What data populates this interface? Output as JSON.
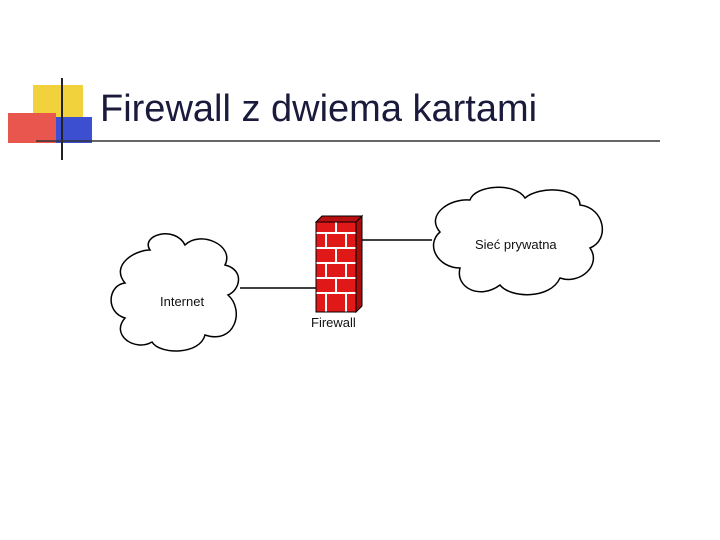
{
  "slide": {
    "title": "Firewall z dwiema kartami"
  },
  "diagram": {
    "internet_label": "Internet",
    "firewall_label": "Firewall",
    "private_network_label": "Sieć prywatna"
  },
  "colors": {
    "title_text": "#1a1a3c",
    "accent_yellow": "#f2d23c",
    "accent_red": "#e8564e",
    "accent_blue": "#3b4fd0",
    "brick_red": "#e01818",
    "mortar": "#ffffff"
  }
}
